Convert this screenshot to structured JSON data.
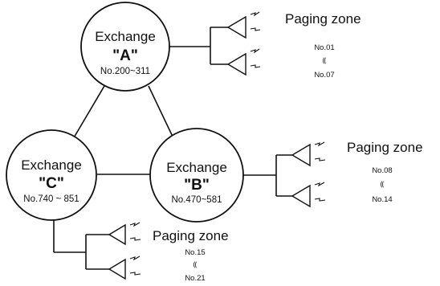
{
  "exchanges": {
    "a": {
      "word": "Exchange",
      "id": "\"A\"",
      "range": "No.200~311"
    },
    "b": {
      "word": "Exchange",
      "id": "\"B\"",
      "range": "No.470~581"
    },
    "c": {
      "word": "Exchange",
      "id": "\"C\"",
      "range": "No.740 ~ 851"
    }
  },
  "zones": {
    "a": {
      "title": "Paging zone",
      "from": "No.01",
      "sep": "⸨",
      "to": "No.07"
    },
    "b": {
      "title": "Paging zone",
      "from": "No.08",
      "sep": "⸨",
      "to": "No.14"
    },
    "c": {
      "title": "Paging zone",
      "from": "No.15",
      "sep": "⸨",
      "to": "No.21"
    }
  }
}
